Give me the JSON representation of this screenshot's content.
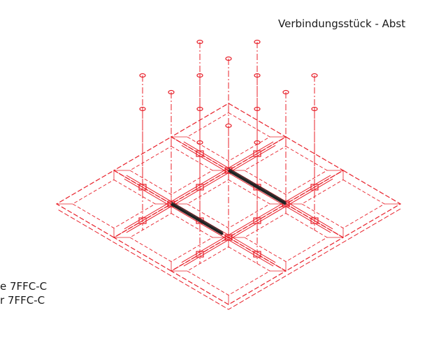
{
  "labels": {
    "top_callout": "Verbindungsstück - Abst",
    "left_callout_line1": "e 7FFC-C",
    "left_callout_line2": "r 7FFC-C"
  },
  "colors": {
    "frame": "#e8202a",
    "connector": "#222222",
    "background": "#ffffff"
  }
}
